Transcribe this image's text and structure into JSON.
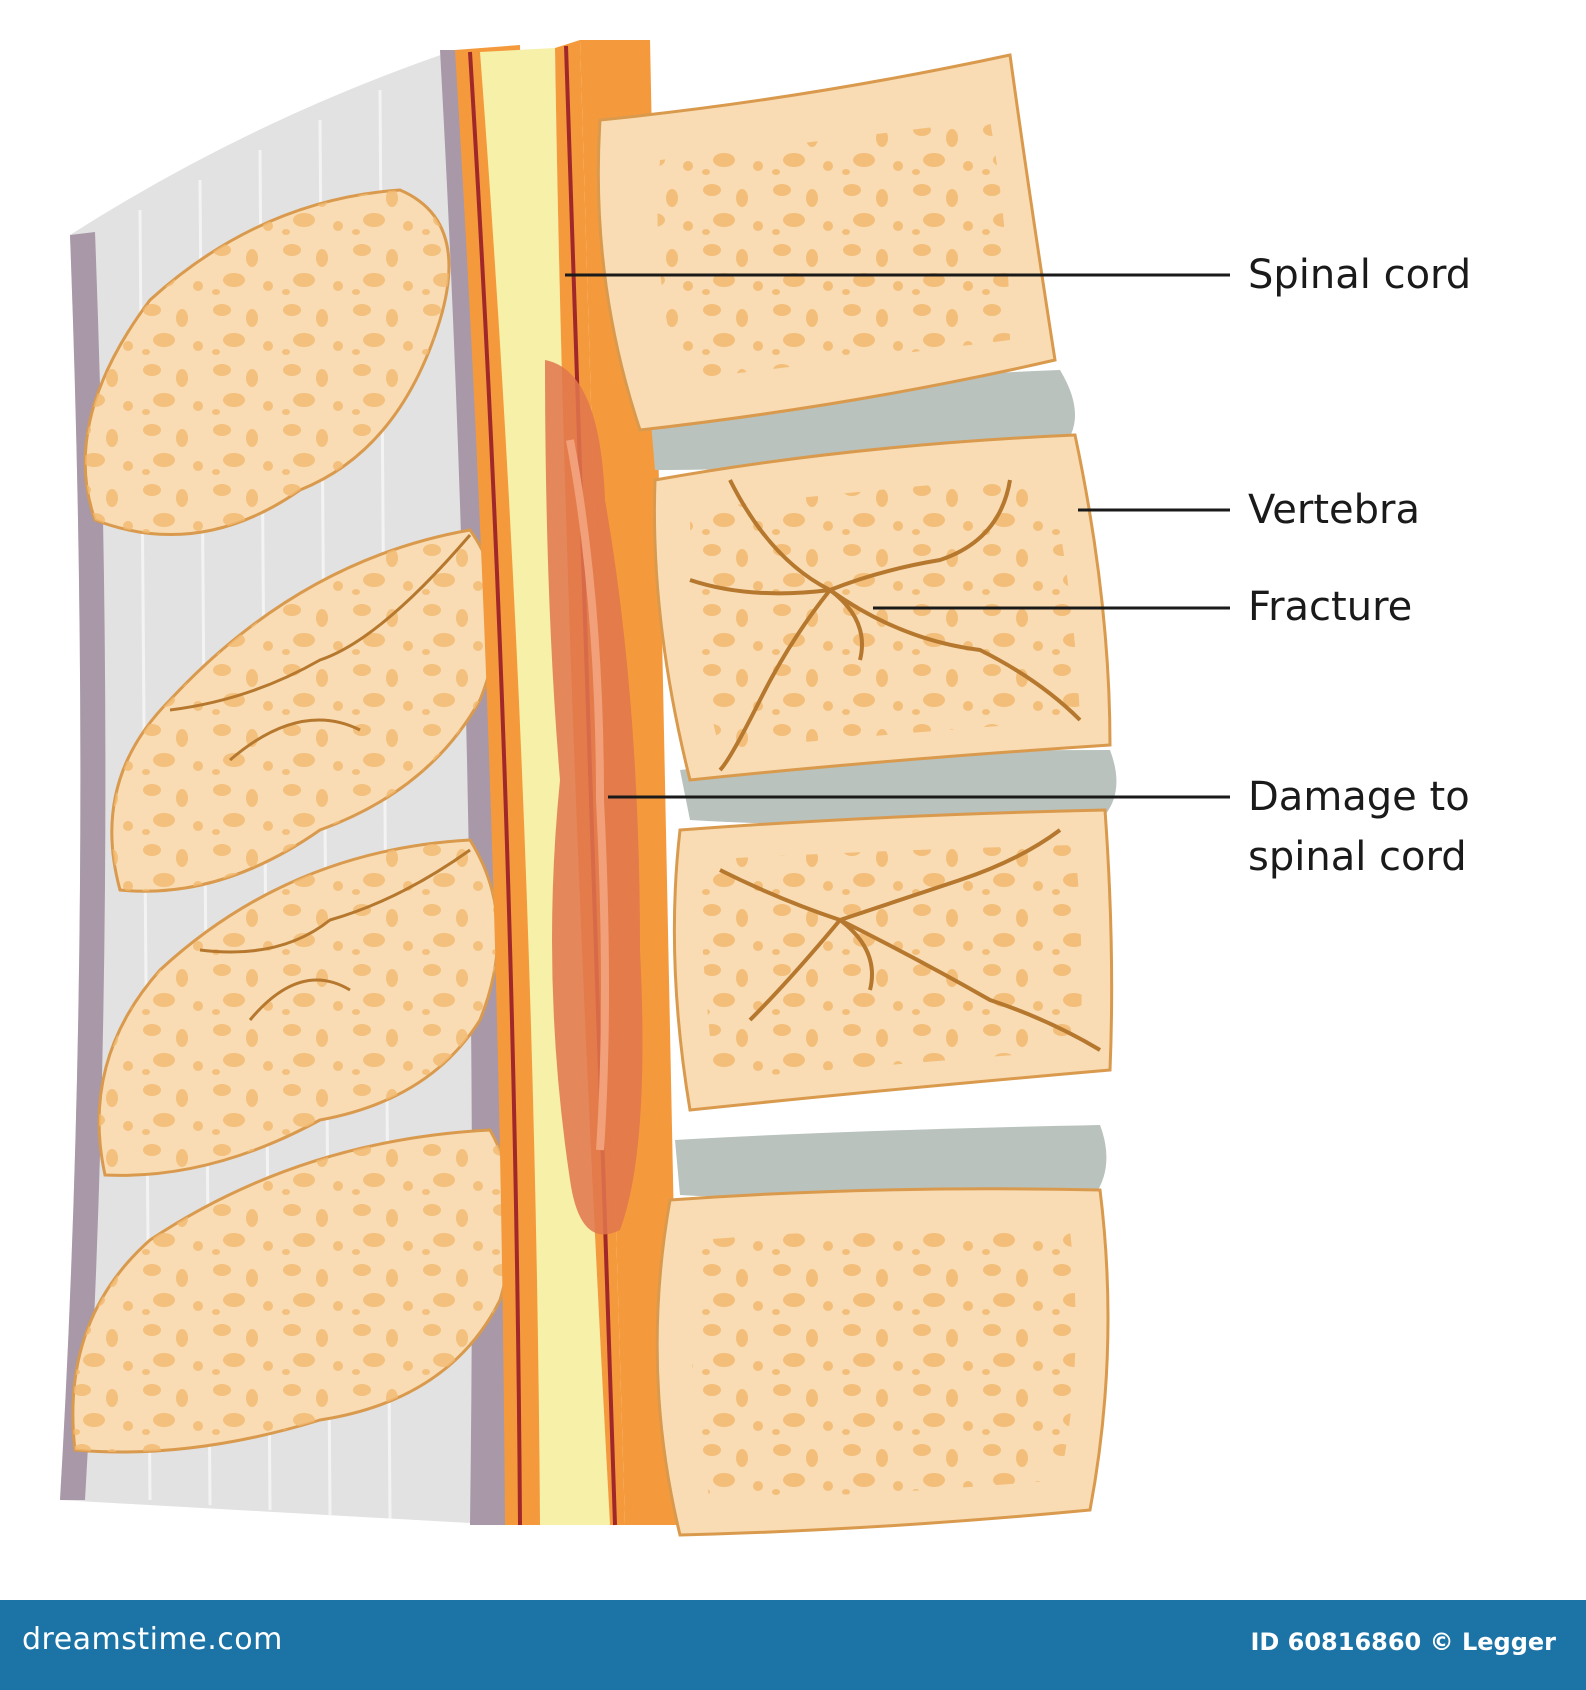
{
  "labels": {
    "spinal_cord": "Spinal cord",
    "vertebra": "Vertebra",
    "fracture": "Fracture",
    "damage_line1": "Damage to",
    "damage_line2": "spinal cord"
  },
  "footer": {
    "brand": "dreamstime.com",
    "stock_id": "ID 60816860 © Legger"
  },
  "colors": {
    "bone": "#f9dcb3",
    "bone_outline": "#d99a4e",
    "bone_spot": "#f2b96f",
    "disc": "#b9c2bc",
    "cord": "#f6f0a8",
    "dura_orange": "#f49a3c",
    "damage": "#e0754e",
    "ligament": "#dcdcdc",
    "ligament_dark": "#a898a8",
    "footer_bg": "#1b73a6"
  }
}
